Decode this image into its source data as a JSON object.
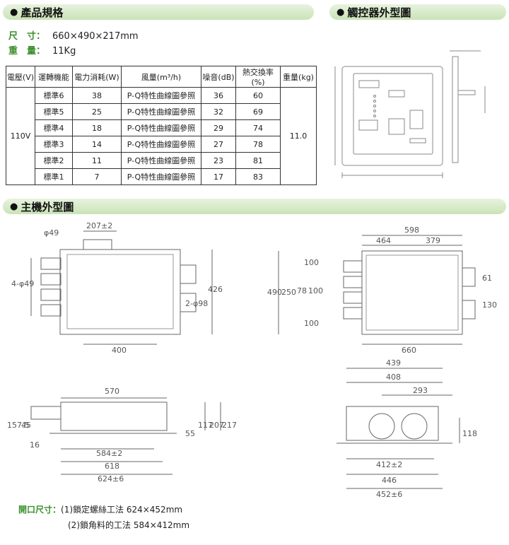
{
  "sections": {
    "specs": "產品規格",
    "controller": "觸控器外型圖",
    "unit": "主機外型圖"
  },
  "specs": {
    "size_label": "尺　寸：",
    "size_value": "660×490×217mm",
    "weight_label": "重　量：",
    "weight_value": "11Kg"
  },
  "table": {
    "headers": [
      "電壓(V)",
      "運轉機能",
      "電力消耗(W)",
      "風量(m³/h)",
      "噪音(dB)",
      "熱交換率(%)",
      "重量(kg)"
    ],
    "voltage": "110V",
    "weight": "11.0",
    "rows": [
      {
        "mode": "標準6",
        "power": "38",
        "airflow": "P-Q特性曲線圖參照",
        "noise": "36",
        "efficiency": "60"
      },
      {
        "mode": "標準5",
        "power": "25",
        "airflow": "P-Q特性曲線圖參照",
        "noise": "32",
        "efficiency": "69"
      },
      {
        "mode": "標準4",
        "power": "18",
        "airflow": "P-Q特性曲線圖參照",
        "noise": "29",
        "efficiency": "74"
      },
      {
        "mode": "標準3",
        "power": "14",
        "airflow": "P-Q特性曲線圖參照",
        "noise": "27",
        "efficiency": "78"
      },
      {
        "mode": "標準2",
        "power": "11",
        "airflow": "P-Q特性曲線圖參照",
        "noise": "23",
        "efficiency": "81"
      },
      {
        "mode": "標準1",
        "power": "7",
        "airflow": "P-Q特性曲線圖參照",
        "noise": "17",
        "efficiency": "83"
      }
    ]
  },
  "dims": {
    "top_207": "207±2",
    "phi49": "φ49",
    "four_phi49": "4-φ49",
    "two_phi98": "2-φ98",
    "d426": "426",
    "d400": "400",
    "d598": "598",
    "d464": "464",
    "d379": "379",
    "d490": "490",
    "d250": "250",
    "d100a": "100",
    "d78": "78",
    "d100b": "100",
    "d100c": "100",
    "d61": "61",
    "d130": "130",
    "d660": "660",
    "d570": "570",
    "d1575": "157.5",
    "d45": "45",
    "d16": "16",
    "d55": "55",
    "d117": "117",
    "d207": "207",
    "d217": "217",
    "d584": "584±2",
    "d618": "618",
    "d624": "624±6",
    "d439": "439",
    "d408": "408",
    "d293": "293",
    "d118": "118",
    "d412": "412±2",
    "d446": "446",
    "d452": "452±6"
  },
  "opening": {
    "label": "開口尺寸：",
    "line1": "(1)鎖定螺絲工法 624×452mm",
    "line2": "(2)鎖角料的工法 584×412mm"
  }
}
